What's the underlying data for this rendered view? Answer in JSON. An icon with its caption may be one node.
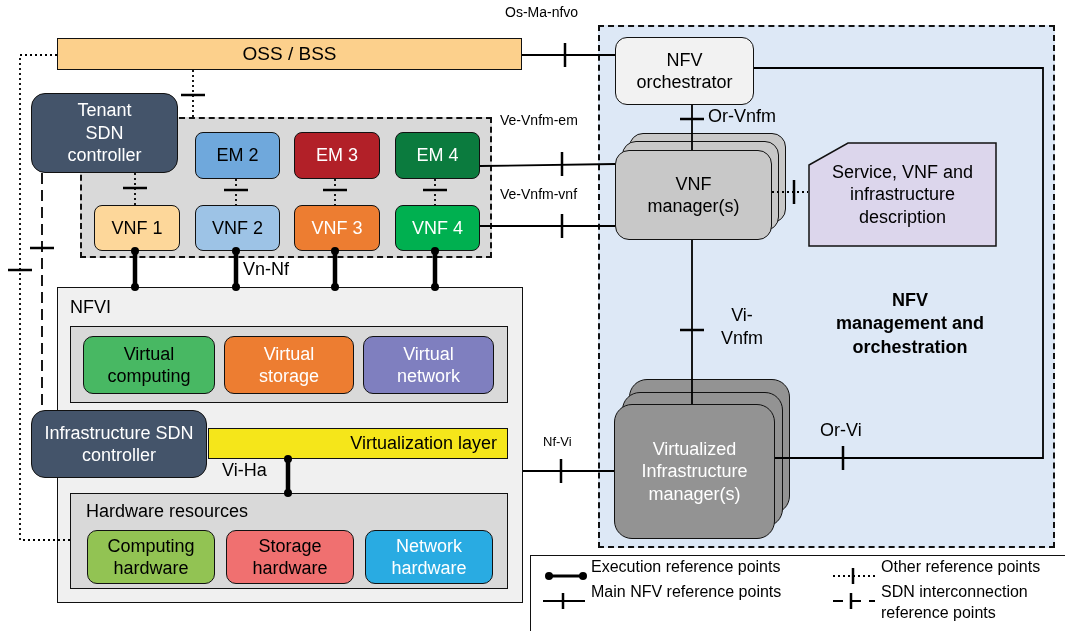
{
  "diagram": {
    "nodes": [
      {
        "text": [
          "OSS / BSS"
        ]
      },
      {
        "text": [
          "Tenant SDN controller"
        ]
      },
      {
        "text": [],
        "shape": "box"
      },
      {
        "text": [
          "EM 2"
        ],
        "in": 2
      },
      {
        "text": [
          "EM 3"
        ],
        "in": 2
      },
      {
        "text": [
          "EM 4"
        ],
        "in": 2
      },
      {
        "text": [
          "VNF 1"
        ],
        "in": 2
      },
      {
        "text": [
          "VNF 2"
        ],
        "in": 2
      },
      {
        "text": [
          "VNF 3"
        ],
        "in": 2
      },
      {
        "text": [
          "VNF 4"
        ],
        "in": 2
      },
      {
        "text": [
          "NFVI"
        ]
      },
      {
        "text": [],
        "shape": "box",
        "in": 10
      },
      {
        "text": [
          "Virtual computing"
        ],
        "in": 11
      },
      {
        "text": [
          "Virtual storage"
        ],
        "in": 11
      },
      {
        "text": [
          "Virtual network"
        ],
        "in": 11
      },
      {
        "text": [
          "Infrastructure SDN controller"
        ]
      },
      {
        "text": [
          "Virtualization layer"
        ],
        "in": 10
      },
      {
        "text": [
          "Hardware resources"
        ],
        "in": 10
      },
      {
        "text": [
          "Computing hardware"
        ],
        "in": 17
      },
      {
        "text": [
          "Storage hardware"
        ],
        "in": 17
      },
      {
        "text": [
          "Network hardware"
        ],
        "in": 17
      },
      {
        "text": [
          "NFV management and orchestration"
        ]
      },
      {
        "text": [
          "NFV orchestrator"
        ],
        "in": 21
      },
      {
        "text": [
          "VNF manager(s)"
        ],
        "in": 21
      },
      {
        "text": [
          "Service, VNF and infrastructure description"
        ],
        "in": 21
      },
      {
        "text": [
          "Virtualized Infrastructure manager(s)"
        ],
        "in": 21
      }
    ],
    "edges": [
      {
        "from": 0,
        "to": 2,
        "arrow": "none",
        "style": "dashed"
      },
      {
        "from": 0,
        "to": 17,
        "arrow": "none",
        "style": "dashed"
      },
      {
        "from": 1,
        "to": 15,
        "arrow": "none",
        "style": "dashed"
      },
      {
        "from": 1,
        "to": 6,
        "arrow": "none",
        "style": "dashed"
      },
      {
        "from": 3,
        "to": 7,
        "arrow": "none",
        "style": "dashed"
      },
      {
        "from": 4,
        "to": 8,
        "arrow": "none",
        "style": "dashed"
      },
      {
        "from": 5,
        "to": 9,
        "arrow": "none",
        "style": "dashed"
      },
      {
        "from": 0,
        "to": 22,
        "arrow": "none",
        "label": "Os-Ma-nfvo"
      },
      {
        "from": 5,
        "to": 23,
        "arrow": "none",
        "label": "Ve-Vnfm-em"
      },
      {
        "from": 9,
        "to": 23,
        "arrow": "none",
        "label": "Ve-Vnfm-vnf"
      },
      {
        "from": 22,
        "to": 23,
        "arrow": "none",
        "label": "Or-Vnfm"
      },
      {
        "from": 23,
        "to": 24,
        "arrow": "none",
        "style": "dashed"
      },
      {
        "from": 23,
        "to": 25,
        "arrow": "none",
        "label": "Vi- Vnfm"
      },
      {
        "from": 22,
        "to": 25,
        "arrow": "none",
        "label": "Or-Vi"
      },
      {
        "from": 10,
        "to": 25,
        "arrow": "none",
        "label": "Nf-Vi"
      },
      {
        "from": 6,
        "to": 10,
        "arrow": "other",
        "style": "thick"
      },
      {
        "from": 7,
        "to": 10,
        "arrow": "other",
        "style": "thick",
        "label": "Vn-Nf"
      },
      {
        "from": 8,
        "to": 10,
        "arrow": "other",
        "style": "thick"
      },
      {
        "from": 9,
        "to": 10,
        "arrow": "other",
        "style": "thick"
      },
      {
        "from": 16,
        "to": 17,
        "arrow": "other",
        "style": "thick",
        "label": "Vi-Ha"
      }
    ],
    "legend": [
      {
        "text": "Execution reference points"
      },
      {
        "text": "Main NFV reference points"
      },
      {
        "text": "Other reference points"
      },
      {
        "text": "SDN interconnection reference points"
      }
    ]
  }
}
